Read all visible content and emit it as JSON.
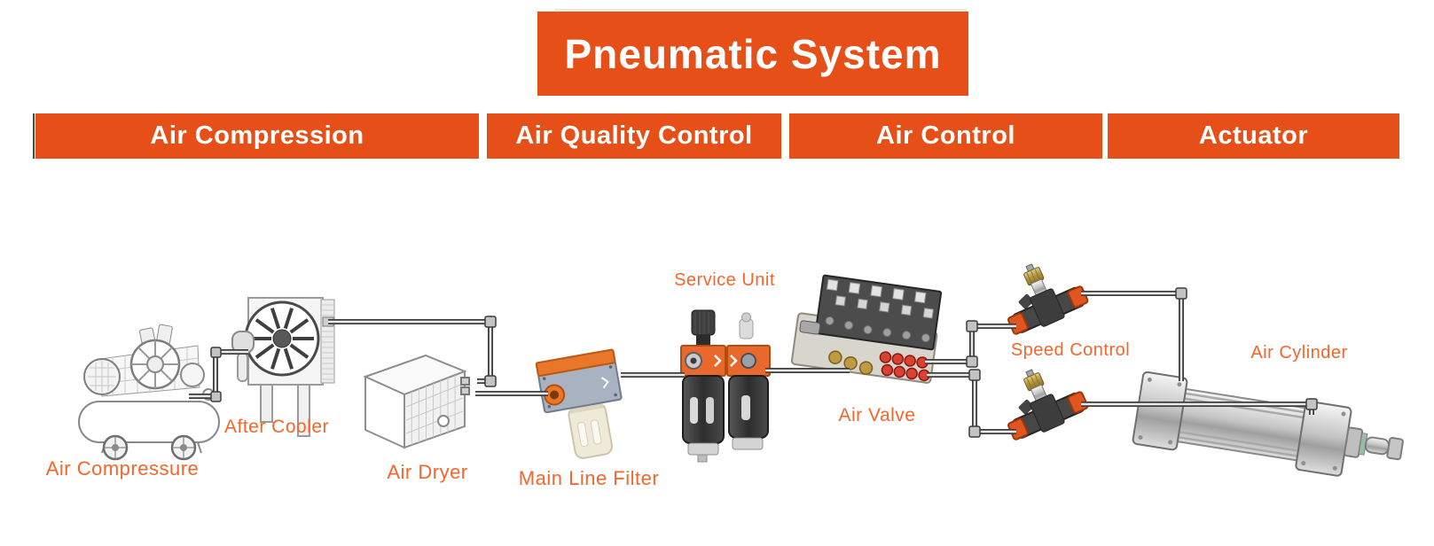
{
  "title_banner": {
    "text": "Pneumatic System"
  },
  "header": {
    "sections": [
      {
        "label": "Air Compression"
      },
      {
        "label": "Air Quality Control"
      },
      {
        "label": "Air Control"
      },
      {
        "label": "Actuator"
      }
    ]
  },
  "diagram": {
    "components": [
      {
        "id": "air-compressor",
        "label": "Air Compressure"
      },
      {
        "id": "after-cooler",
        "label": "After Cooler"
      },
      {
        "id": "air-dryer",
        "label": "Air Dryer"
      },
      {
        "id": "main-line-filter",
        "label": "Main Line Filter"
      },
      {
        "id": "service-unit",
        "label": "Service Unit"
      },
      {
        "id": "air-valve",
        "label": "Air Valve"
      },
      {
        "id": "speed-control",
        "label": "Speed Control"
      },
      {
        "id": "air-cylinder",
        "label": "Air Cylinder"
      }
    ],
    "connections": [
      "air-compressor → after-cooler",
      "after-cooler → air-dryer",
      "air-dryer → main-line-filter",
      "main-line-filter → service-unit",
      "service-unit → air-valve",
      "air-valve → speed-control (top)",
      "air-valve → speed-control (bottom)",
      "speed-control (top) → air-cylinder rear port",
      "speed-control (bottom) → air-cylinder front port"
    ]
  },
  "colors": {
    "banner_bg": "#E64F17",
    "banner_fg": "#FFFFFF",
    "component_label": "#F4662C"
  }
}
